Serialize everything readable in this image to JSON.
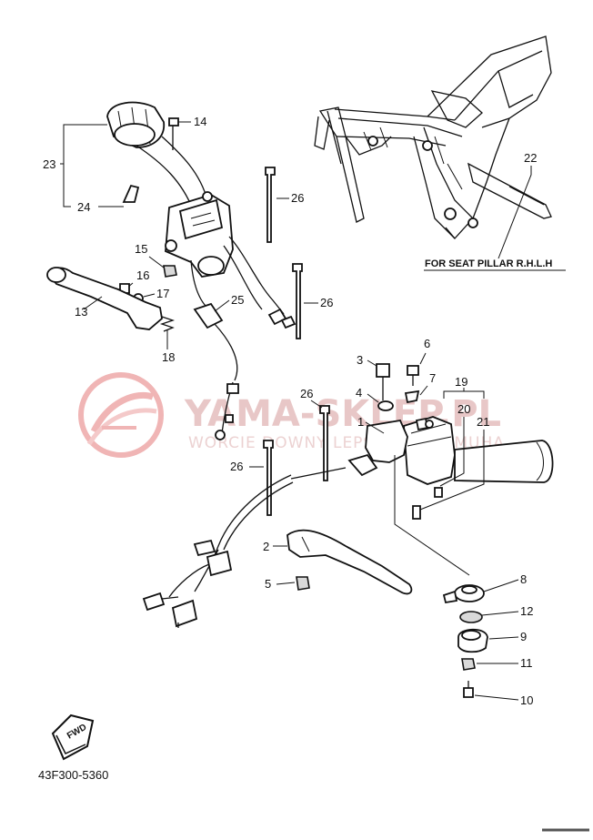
{
  "callouts": {
    "n1": "1",
    "n2": "2",
    "n3": "3",
    "n4": "4",
    "n5": "5",
    "n6": "6",
    "n7": "7",
    "n8": "8",
    "n9": "9",
    "n10": "10",
    "n11": "11",
    "n12": "12",
    "n13": "13",
    "n14": "14",
    "n15": "15",
    "n16": "16",
    "n17": "17",
    "n18": "18",
    "n19": "19",
    "n20": "20",
    "n21": "21",
    "n22": "22",
    "n23": "23",
    "n24": "24",
    "n25": "25",
    "n26a": "26",
    "n26b": "26",
    "n26c": "26",
    "n26d": "26"
  },
  "frame_note": "FOR SEAT PILLAR R.H.L.H",
  "drawing_code": "43F300-5360",
  "fwd_label": "FWD",
  "watermark": {
    "title": "YAMA-SKLEP.PL",
    "subtitle": "WORCIE DOWNY LEPSZE OSRA MUHA"
  },
  "colors": {
    "line": "#111111",
    "watermark": "#e8c7c7",
    "logo": "#f0b5b5"
  },
  "icons": {
    "watermark_logo": "motorcycle-road-logo-icon",
    "fwd_arrow": "forward-arrow-icon"
  }
}
